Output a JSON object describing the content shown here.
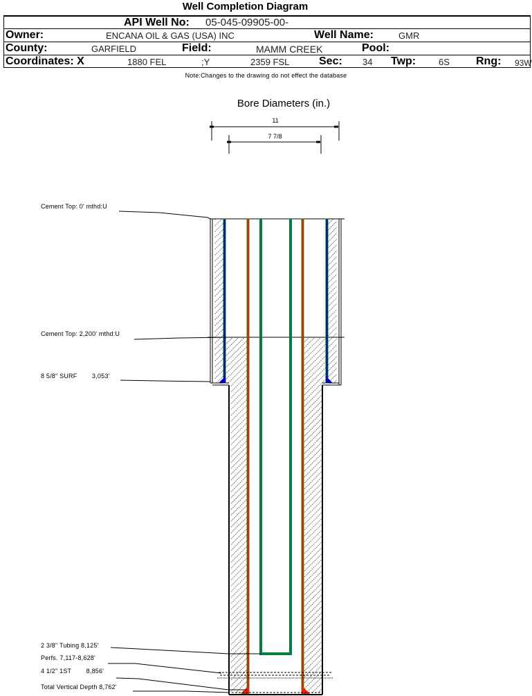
{
  "header": {
    "title": "Well Completion Diagram",
    "api_label": "API Well No:",
    "api_value": "05-045-09905-00-",
    "owner_label": "Owner:",
    "owner_value": "ENCANA OIL & GAS (USA) INC",
    "well_name_label": "Well Name:",
    "well_name_value": "GMR",
    "county_label": "County:",
    "county_value": "GARFIELD",
    "field_label": "Field:",
    "field_value": "MAMM CREEK",
    "pool_label": "Pool:",
    "pool_value": "",
    "coords_label": "Coordinates: X",
    "coord_x_value": "1880 FEL",
    "coord_y_label": ";Y",
    "coord_y_value": "2359 FSL",
    "sec_label": "Sec:",
    "sec_value": "34",
    "twp_label": "Twp:",
    "twp_value": "6S",
    "rng_label": "Rng:",
    "rng_value": "93W"
  },
  "note": "Note:Changes to the drawing do not effect the database",
  "bore_diameters": {
    "title": "Bore Diameters (in.)",
    "dims": [
      "11",
      "7 7/8"
    ]
  },
  "annotations": {
    "cement_top_1": "Cement Top: 0' mthd:U",
    "cement_top_2": "Cement Top: 2,200' mthd:U",
    "surface_casing": "8 5/8\" SURF        3,053'",
    "tubing": "2 3/8\" Tubing 8,125'",
    "perfs": "Perfs. 7,117-8,628'",
    "production_casing": "4 1/2\" 1ST        8,856'",
    "tvd": "Total Vertical Depth 8,762'"
  },
  "colors": {
    "surface_casing": "#0000cc",
    "production_casing": "#ee2200",
    "tubing": "#008040",
    "casing_outline": "#008000",
    "cement_hatch": "#000000"
  }
}
